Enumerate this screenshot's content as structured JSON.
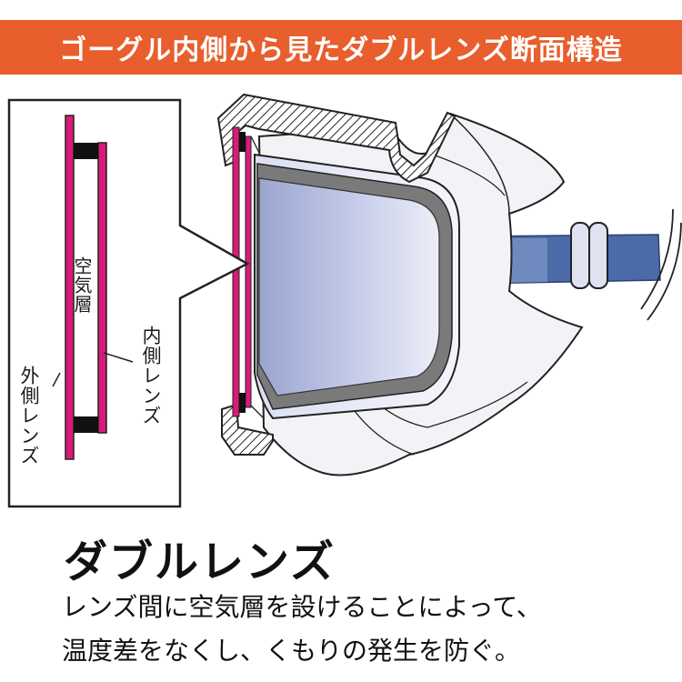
{
  "title": "ゴーグル内側から見たダブルレンズ断面構造",
  "labels": {
    "air_layer": "空気層",
    "inner_lens": "内側レンズ",
    "outer_lens": "外側レンズ"
  },
  "heading": "ダブルレンズ",
  "description": [
    "レンズ間に空気層を設けることによって、",
    "温度差をなくし、くもりの発生を防ぐ。"
  ],
  "colors": {
    "title_bg": "#e85e2c",
    "lens_pink": "#d81b7a",
    "strap_blue": "#4a6aa8"
  }
}
